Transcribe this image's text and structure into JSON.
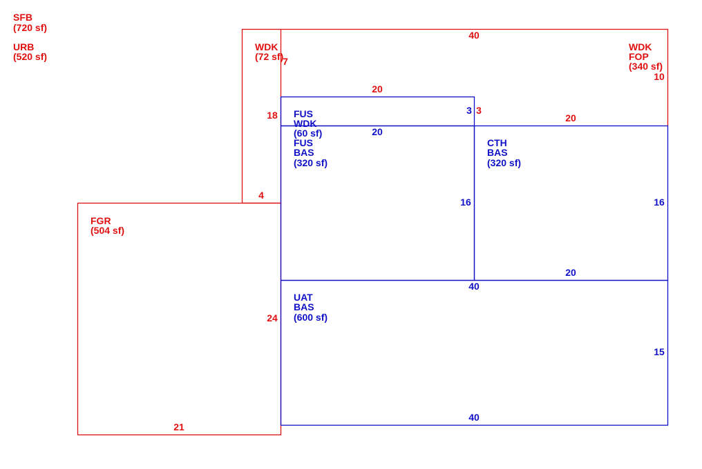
{
  "colors": {
    "red": "#e01010",
    "blue": "#1010c8"
  },
  "summary": {
    "sfb": {
      "code": "SFB",
      "area": "(720 sf)"
    },
    "urb": {
      "code": "URB",
      "area": "(520 sf)"
    }
  },
  "areas": {
    "wdk_left": {
      "code": "WDK",
      "area": "(72 sf)"
    },
    "wdk_fop": {
      "code1": "WDK",
      "code2": "FOP",
      "area": "(340 sf)"
    },
    "fus_wdk": {
      "code1": "FUS",
      "code2": "WDK",
      "area": "(60 sf)"
    },
    "fus_bas": {
      "code1": "FUS",
      "code2": "BAS",
      "area": "(320 sf)"
    },
    "cth_bas": {
      "code1": "CTH",
      "code2": "BAS",
      "area": "(320 sf)"
    },
    "uat_bas": {
      "code1": "UAT",
      "code2": "BAS",
      "area": "(600 sf)"
    },
    "fgr": {
      "code": "FGR",
      "area": "(504 sf)"
    }
  },
  "dimensions": {
    "porch_top": "40",
    "porch_left_inner": "7",
    "porch_right": "10",
    "fus_top": "20",
    "fus_wdk_right": "3",
    "porch_step": "3",
    "porch_bottom_right": "20",
    "wdk_side": "18",
    "fus_wdk_bottom": "20",
    "wdk_bottom": "4",
    "fus_right": "16",
    "cth_right": "16",
    "cth_bottom": "20",
    "uat_top": "40",
    "uat_right": "15",
    "uat_bottom": "40",
    "fgr_right": "24",
    "fgr_bottom": "21"
  }
}
